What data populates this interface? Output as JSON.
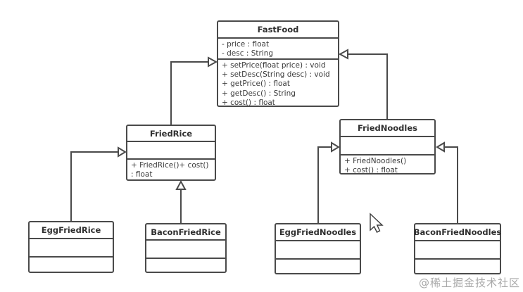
{
  "diagram": {
    "type": "uml-class-diagram",
    "subject": "FastFood inheritance hierarchy",
    "watermark": "@稀土掘金技术社区",
    "colors": {
      "border": "#4a4a4a",
      "text": "#333333",
      "background": "#ffffff",
      "watermark": "#a8a8a8"
    },
    "classes": [
      {
        "name": "FastFood",
        "attributes": [
          "- price : float",
          "- desc : String"
        ],
        "methods": [
          "+ setPrice(float price) : void",
          "+ setDesc(String desc) : void",
          "+ getPrice() : float",
          "+ getDesc() : String",
          "+ cost() : float"
        ]
      },
      {
        "name": "FriedRice",
        "attributes": [],
        "methods": [
          "+ FriedRice()+ cost()",
          ": float"
        ]
      },
      {
        "name": "FriedNoodles",
        "attributes": [],
        "methods": [
          "+ FriedNoodles()",
          "+ cost() : float"
        ]
      },
      {
        "name": "EggFriedRice",
        "attributes": [],
        "methods": []
      },
      {
        "name": "BaconFriedRice",
        "attributes": [],
        "methods": []
      },
      {
        "name": "EggFriedNoodles",
        "attributes": [],
        "methods": []
      },
      {
        "name": "BaconFriedNoodles",
        "attributes": [],
        "methods": []
      }
    ],
    "relations": [
      {
        "from": "FriedRice",
        "to": "FastFood",
        "type": "inheritance"
      },
      {
        "from": "FriedNoodles",
        "to": "FastFood",
        "type": "inheritance"
      },
      {
        "from": "EggFriedRice",
        "to": "FriedRice",
        "type": "inheritance"
      },
      {
        "from": "BaconFriedRice",
        "to": "FriedRice",
        "type": "inheritance"
      },
      {
        "from": "EggFriedNoodles",
        "to": "FriedNoodles",
        "type": "inheritance"
      },
      {
        "from": "BaconFriedNoodles",
        "to": "FriedNoodles",
        "type": "inheritance"
      }
    ]
  }
}
